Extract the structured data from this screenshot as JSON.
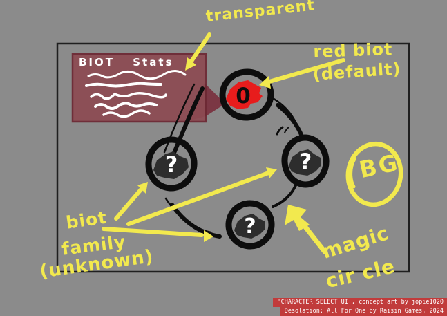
{
  "artwork": {
    "kind": "hand-drawn concept sketch of a character-select UI",
    "frame": "dark rectangular border on gray background"
  },
  "stats_panel": {
    "title": "BIOT Stats",
    "description": "maroon semi-transparent speech panel with scribbled placeholder stat lines"
  },
  "biots": {
    "red": {
      "glyph": "0",
      "role": "selected red biot (default)"
    },
    "left": {
      "glyph": "?",
      "role": "unknown biot slot"
    },
    "right": {
      "glyph": "?",
      "role": "unknown biot slot"
    },
    "bottom": {
      "glyph": "?",
      "role": "unknown biot slot"
    }
  },
  "annotations": {
    "transparent_label": "transparent",
    "red_biot_label_line1": "red biot",
    "red_biot_label_line2": "(default)",
    "bg_label": "BG",
    "biot_family_line1": "biot",
    "biot_family_line2": "family",
    "biot_family_line3": "(unknown)",
    "magic_circle_line1": "magic",
    "magic_circle_line2": "cir cle"
  },
  "credit": {
    "line1": "'CHARACTER SELECT UI', concept art by jopie1020",
    "line2": "Desolation: All For One by Raisin Games, 2024"
  },
  "colors": {
    "background_gray": "#8b8b8b",
    "annotation_yellow": "#f2e94e",
    "panel_maroon": "#8d4b53",
    "panel_tail_maroon": "#7a3340",
    "biot_red": "#e71c1c",
    "blob_dark": "#2d2d2d",
    "ink_black": "#0d0d0d",
    "credit_red": "#c13b3b",
    "white": "#ffffff"
  }
}
